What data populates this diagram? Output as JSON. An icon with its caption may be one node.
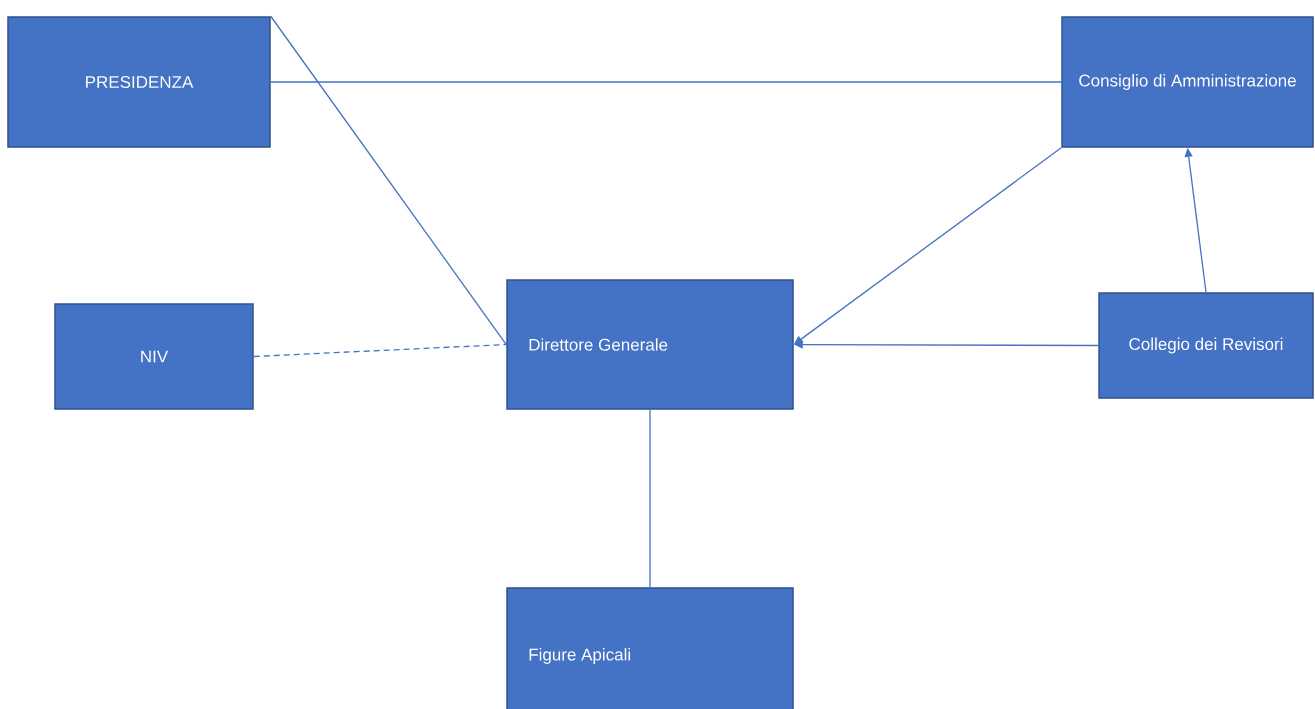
{
  "diagram": {
    "nodes": [
      {
        "text": [
          "PRESIDENZA"
        ]
      },
      {
        "text": [
          "Consiglio di Amministrazione"
        ]
      },
      {
        "text": [
          "NIV"
        ]
      },
      {
        "text": [
          "Direttore Generale"
        ]
      },
      {
        "text": [
          "Collegio dei Revisori"
        ]
      },
      {
        "text": [
          "Figure Apicali"
        ]
      }
    ],
    "edges": [
      {
        "from": 0,
        "to": 1,
        "arrow": "none"
      },
      {
        "from": 0,
        "to": 3,
        "arrow": "none"
      },
      {
        "from": 1,
        "to": 3,
        "arrow": "to"
      },
      {
        "from": 4,
        "to": 1,
        "arrow": "to"
      },
      {
        "from": 4,
        "to": 3,
        "arrow": "to"
      },
      {
        "from": 2,
        "to": 3,
        "arrow": "none",
        "style": "dashed"
      },
      {
        "from": 3,
        "to": 5,
        "arrow": "none"
      }
    ]
  }
}
